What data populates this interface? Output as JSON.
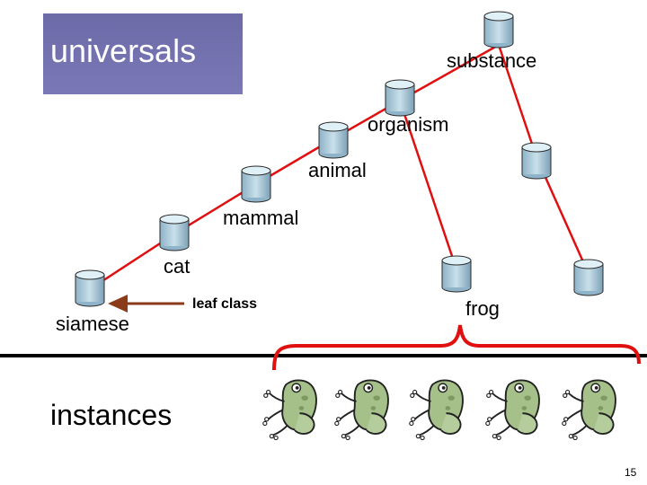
{
  "title": "universals",
  "nodes": {
    "substance": "substance",
    "organism": "organism",
    "animal": "animal",
    "mammal": "mammal",
    "cat": "cat",
    "siamese": "siamese",
    "frog": "frog"
  },
  "arrow_label": "leaf class",
  "instances_label": "instances",
  "page_number": "15",
  "colors": {
    "title_bg": "#7471b0",
    "edge": "#e01010",
    "arrow": "#8b3a1a",
    "frog_green": "#a6c08a"
  },
  "icons": {
    "node": "database-cylinder-icon",
    "instance": "frog-icon"
  }
}
